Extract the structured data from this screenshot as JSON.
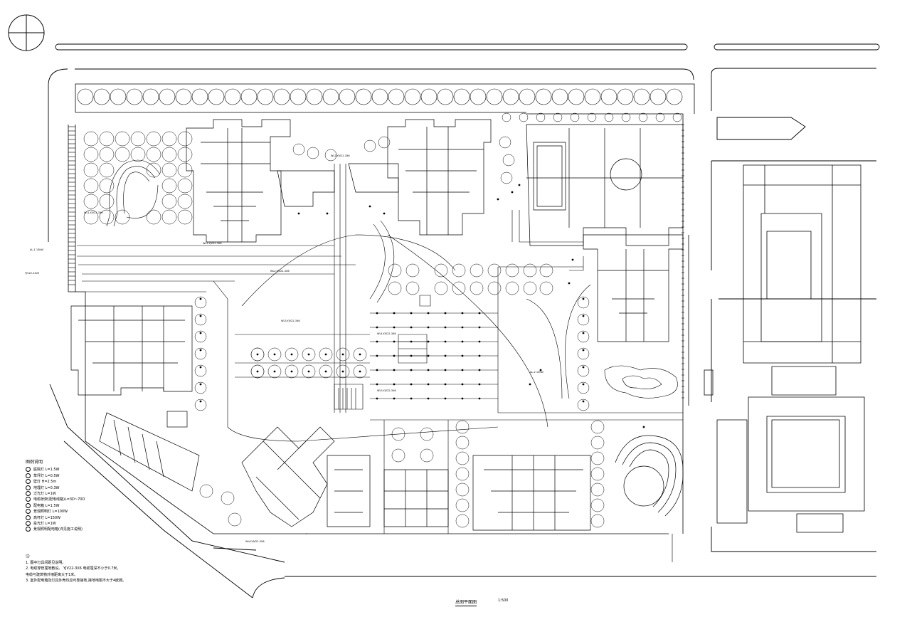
{
  "drawing": {
    "title": "总图平面图",
    "scale": "1:500"
  },
  "legend": {
    "heading": "图例说明",
    "items": [
      "庭院灯 L=1.5W",
      "草坪灯 L=0.5W",
      "壁灯 H=2.5m",
      "地埋灯 L=0.3W",
      "泛光灯 L=1W",
      "电缆桥架(配电线路)L=3D~70D",
      "配电箱 L=1.5W",
      "景观照明灯 L=100W",
      "高杆灯 L=150W",
      "投光灯 L=1W",
      "景观照明配电箱(详见施工说明)"
    ]
  },
  "notes": {
    "heading": "注:",
    "items": [
      "1. 图中灯具间距见说明。",
      "2. 电缆穿管埋地敷设。    YJV22-3X6 电缆埋深不小于0.7米。",
      "   电缆与建筑物外墙距离大于1米。",
      "3. 室外配电箱及灯具外壳均应可靠接地,接地电阻不大于4欧姆。"
    ]
  },
  "plan_labels": [
    "WL1-YJV22-3X6",
    "WL2-YJV22-3X6",
    "WL3-YJV22-3X6",
    "WL4-YJV22-3X6",
    "WL5-YJV22-3X6",
    "AL-1 15kW",
    "AL-2 15kW",
    "YJV22-4X25",
    "WL6-YJV22-3X6"
  ]
}
